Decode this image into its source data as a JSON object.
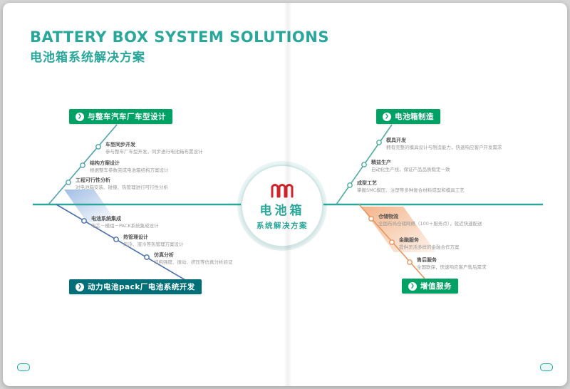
{
  "header": {
    "title_en": "BATTERY BOX SYSTEM SOLUTIONS",
    "title_zh": "电池箱系统解决方案"
  },
  "center": {
    "line1": "电池箱",
    "line2": "系统解决方案"
  },
  "colors": {
    "teal": "#2aa79b",
    "green": "#00a165",
    "dark_teal": "#006f78",
    "red": "#d2232a",
    "blue": "#4a6fb0",
    "orange": "#e8965f"
  },
  "branches": {
    "top_left": {
      "label": "与整车汽车厂车型设计",
      "items": [
        {
          "title": "车型同步开发",
          "desc": "参与整车厂车型开发，同步进行电池箱布置设计"
        },
        {
          "title": "结构方案设计",
          "desc": "根据整车参数完成电池箱结构方案设计"
        },
        {
          "title": "工程可行性分析",
          "desc": "对电池箱安装、碰撞、热管理进行可行性分析"
        }
      ]
    },
    "top_right": {
      "label": "电池箱制造",
      "items": [
        {
          "title": "模具开发",
          "desc": "拥有完整的模具设计与制造能力，快速响应客户开发需求"
        },
        {
          "title": "精益生产",
          "desc": "自动化生产线，保证产品品质稳定一致"
        },
        {
          "title": "成型工艺",
          "desc": "掌握SMC模压、注塑等多种复合材料成型和模具工艺"
        }
      ]
    },
    "bottom_left": {
      "label": "动力电池pack厂电池系统开发",
      "items": [
        {
          "title": "电池系统集成",
          "desc": "电芯－模组－PACK系统集成设计"
        },
        {
          "title": "热管理设计",
          "desc": "风冷、液冷等热管理方案设计"
        },
        {
          "title": "仿真分析",
          "desc": "结构强度、振动、挤压等仿真分析验证"
        }
      ]
    },
    "bottom_right": {
      "label": "增值服务",
      "items": [
        {
          "title": "仓储物流",
          "desc": "全国布局仓储网络（100＋服务点），就近快速配送"
        },
        {
          "title": "金融服务",
          "desc": "提供灵活多样的金融合作方案"
        },
        {
          "title": "售后服务",
          "desc": "全国联保，快速响应客户售后需求"
        }
      ]
    }
  }
}
